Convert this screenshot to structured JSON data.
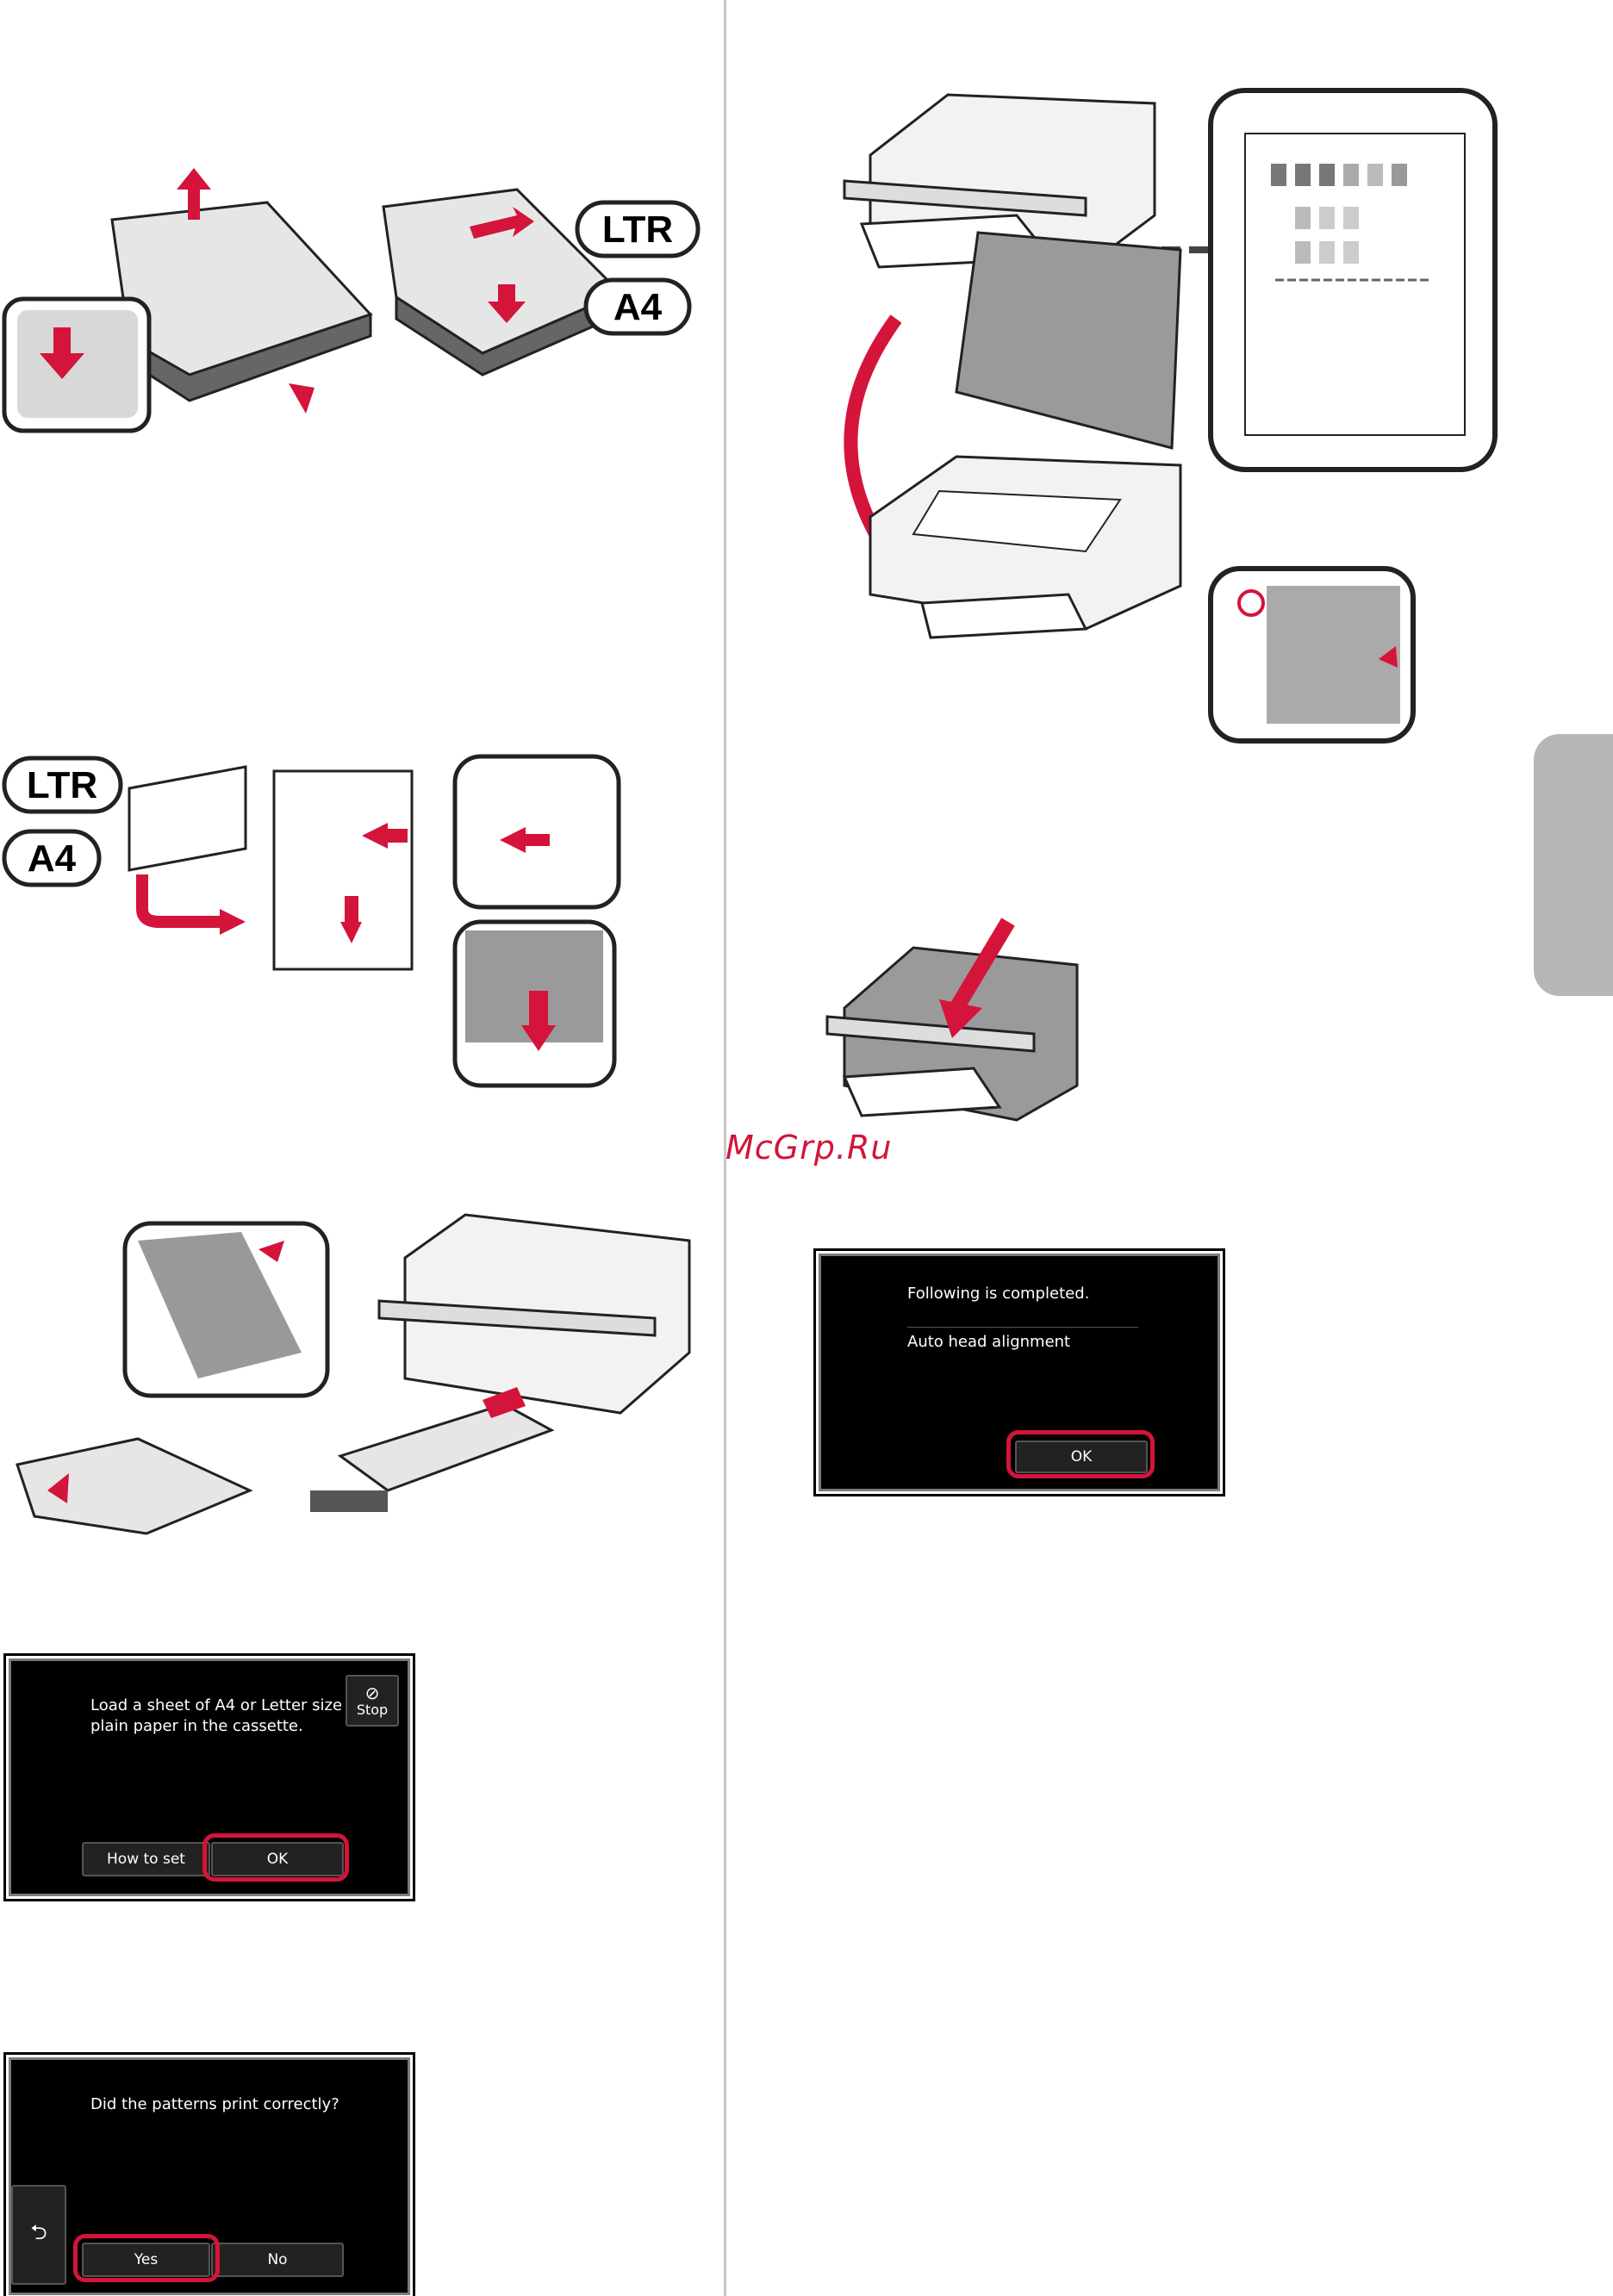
{
  "labels": {
    "ltr": "LTR",
    "a4": "A4"
  },
  "watermark": "McGrp.Ru",
  "screen_load": {
    "message_line1": "Load a sheet of A4 or Letter size",
    "message_line2": "plain paper in the cassette.",
    "stop_label": "Stop",
    "how_to_set_label": "How to set",
    "ok_label": "OK"
  },
  "screen_patterns": {
    "question": "Did the patterns print correctly?",
    "yes_label": "Yes",
    "no_label": "No",
    "back_icon": "back-arrow-icon"
  },
  "screen_completed": {
    "title": "Following is completed.",
    "item": "Auto head alignment",
    "ok_label": "OK"
  },
  "colors": {
    "accent": "#d4143a",
    "screen_bg": "#000000"
  }
}
